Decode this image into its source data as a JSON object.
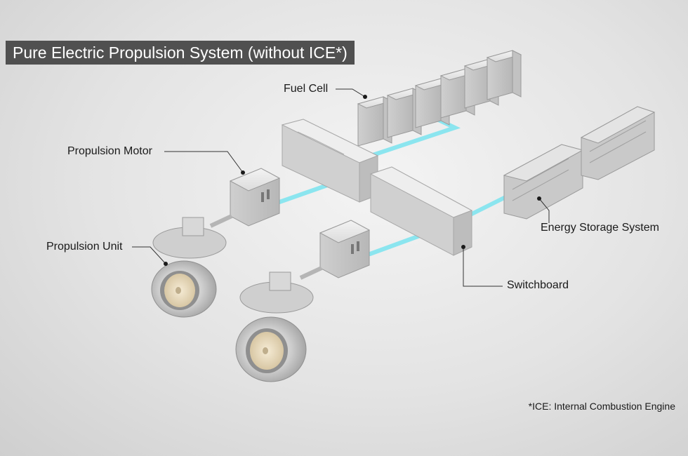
{
  "title": "Pure Electric Propulsion System (without ICE*)",
  "labels": {
    "fuel_cell": "Fuel Cell",
    "propulsion_motor": "Propulsion Motor",
    "propulsion_unit": "Propulsion Unit",
    "energy_storage_system": "Energy Storage System",
    "switchboard": "Switchboard"
  },
  "footnote": "*ICE: Internal Combustion Engine",
  "colors": {
    "connection_line": "#7fe3ee",
    "title_bg": "#505050",
    "title_text": "#ffffff",
    "equipment": "#d9d9d9"
  }
}
